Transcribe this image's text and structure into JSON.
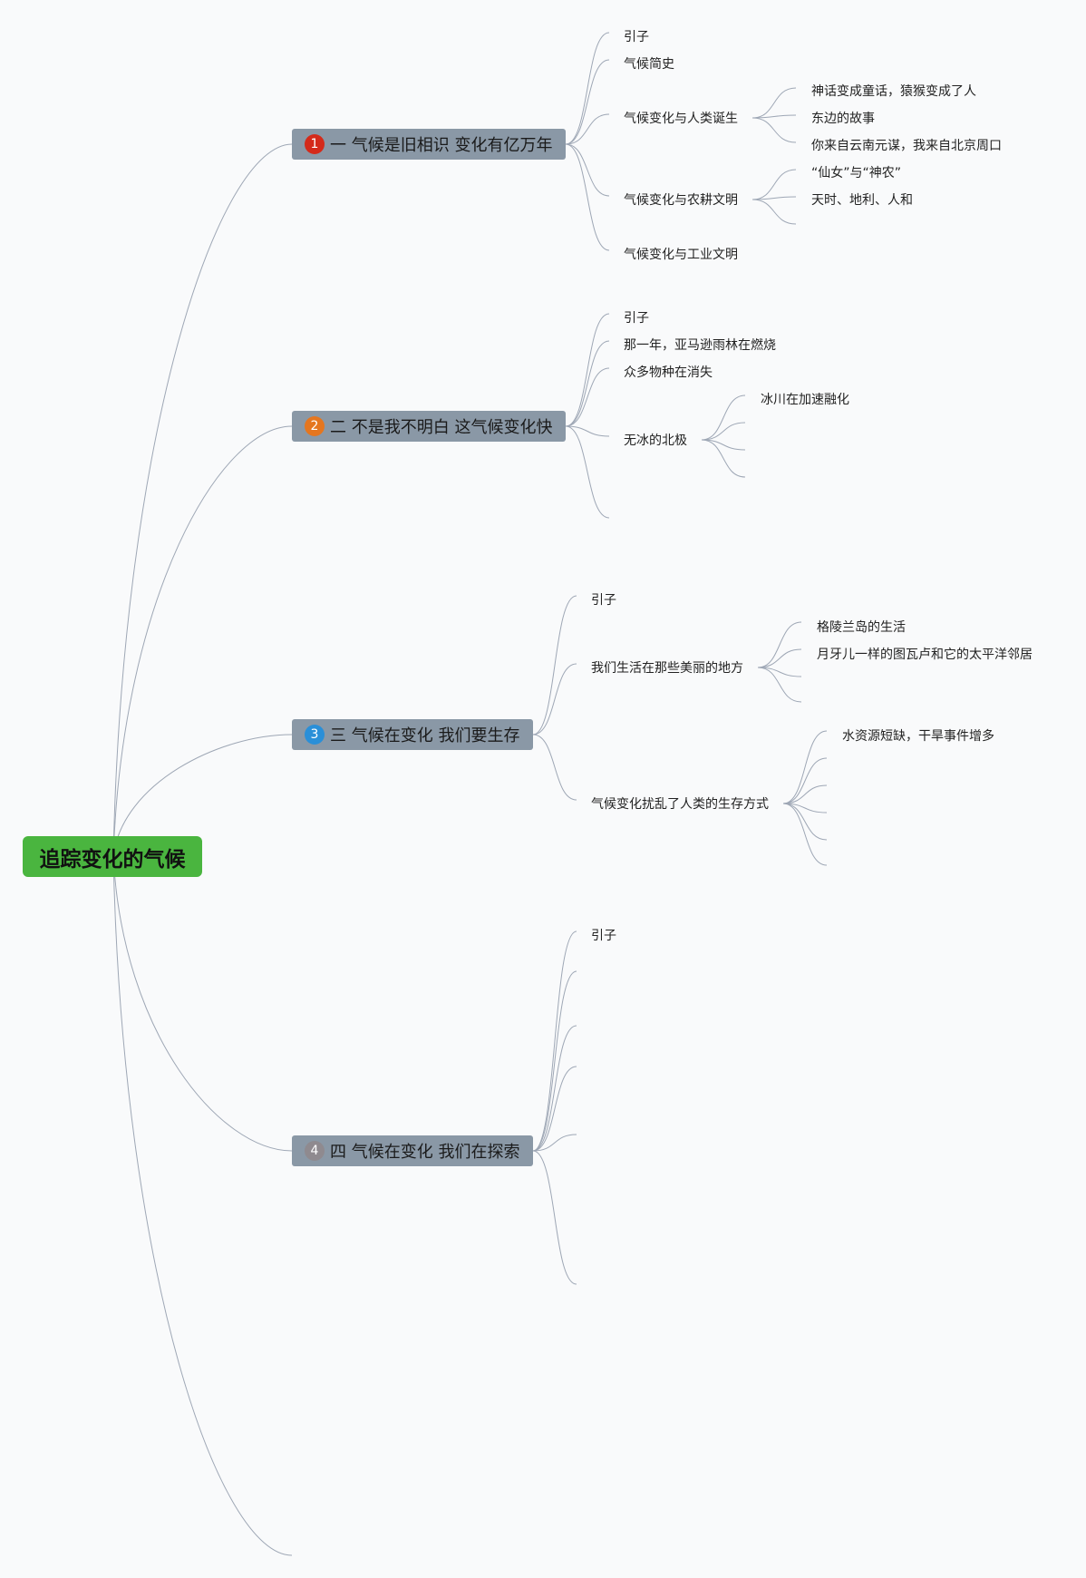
{
  "root": {
    "label": "追踪变化的气候",
    "color": "#4ab53f"
  },
  "topics": [
    {
      "num": "1",
      "num_color": "#d42a1a",
      "label": "一 气候是旧相识 变化有亿万年",
      "children": [
        {
          "label": "引子"
        },
        {
          "label": "气候简史"
        },
        {
          "label": "气候变化与人类诞生",
          "children": [
            "神话变成童话，猿猴变成了人",
            "东边的故事",
            "你来自云南元谋，我来自北京周口"
          ]
        },
        {
          "label": "气候变化与农耕文明",
          "children": [
            "“仙女”与“神农”",
            "天时、地利、人和"
          ]
        },
        {
          "label": "气候变化与工业文明"
        }
      ]
    },
    {
      "num": "2",
      "num_color": "#e5761f",
      "label": "二 不是我不明白 这气候变化快",
      "children": [
        {
          "label": "引子"
        },
        {
          "label": "那一年，亚马逊雨林在燃烧"
        },
        {
          "label": "众多物种在消失"
        },
        {
          "label": "无冰的北极",
          "children": [
            "冰川在加速融化"
          ]
        }
      ]
    },
    {
      "num": "3",
      "num_color": "#2a8fd8",
      "label": "三 气候在变化 我们要生存",
      "children": [
        {
          "label": "引子"
        },
        {
          "label": "我们生活在那些美丽的地方",
          "children": [
            "格陵兰岛的生活",
            "月牙儿一样的图瓦卢和它的太平洋邻居"
          ]
        },
        {
          "label": "气候变化扰乱了人类的生存方式",
          "children": [
            "水资源短缺，干旱事件增多"
          ]
        }
      ]
    },
    {
      "num": "4",
      "num_color": "#8f8a8f",
      "label": "四 气候在变化 我们在探索",
      "children": [
        {
          "label": "引子"
        }
      ]
    }
  ],
  "colors": {
    "edge": "#9ea7b5",
    "topic_bg": "#8a98a6",
    "background": "#f9fafb"
  }
}
